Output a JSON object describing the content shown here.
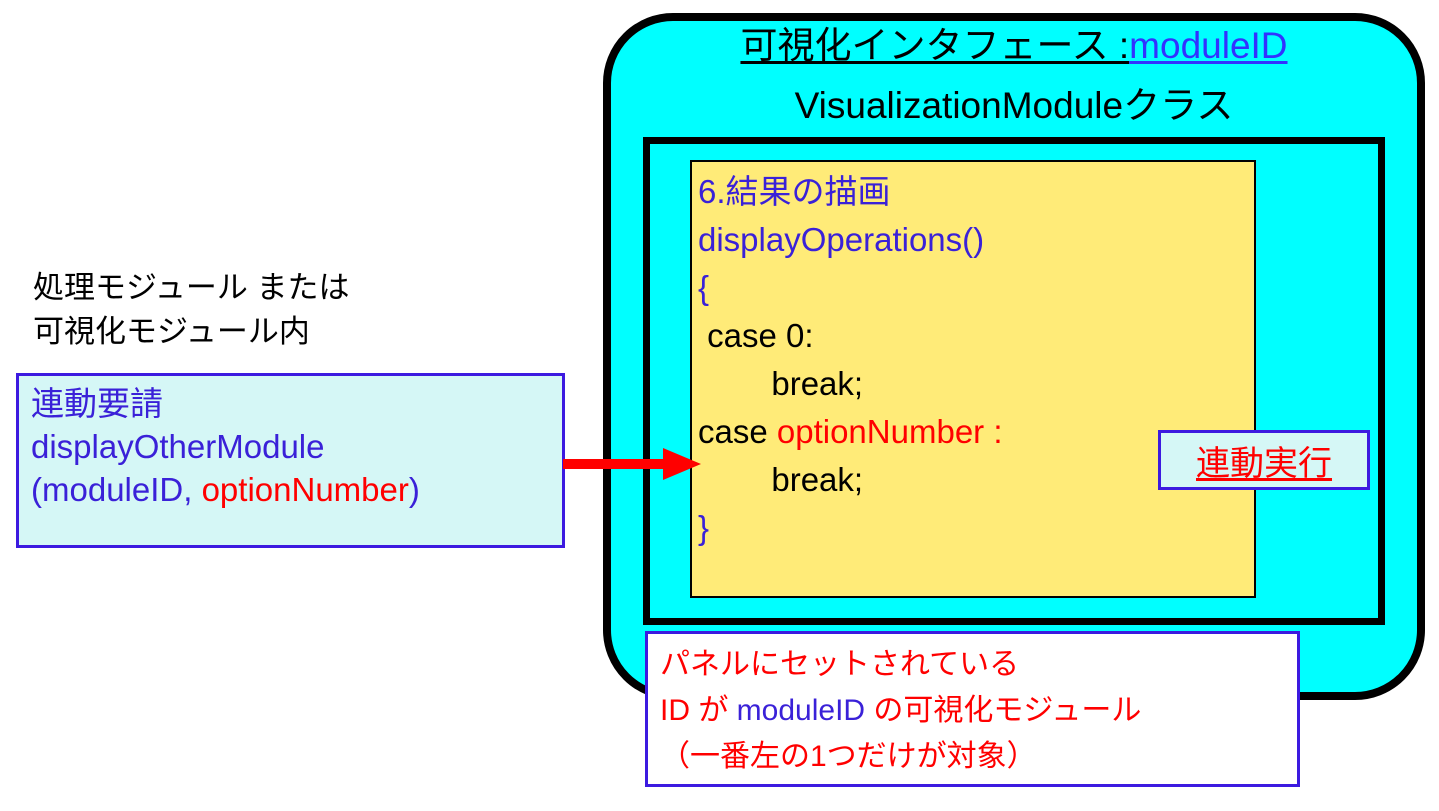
{
  "diagram": {
    "module_panel": {
      "title_main": "可視化インタフェース :",
      "title_id": "moduleID",
      "subtitle": "VisualizationModuleクラス",
      "panel_color": "#00ffff",
      "border_color": "#000000"
    },
    "code_block": {
      "background": "#ffeb78",
      "lines": [
        {
          "text": "6.結果の描画",
          "color": "blue"
        },
        {
          "text": "displayOperations()",
          "color": "blue"
        },
        {
          "text": "{",
          "color": "blue"
        },
        {
          "text": " case 0:",
          "color": "black"
        },
        {
          "text": "        break;",
          "color": "black"
        },
        {
          "text": "case ",
          "suffix": "optionNumber",
          "tail": " :",
          "color": "black"
        },
        {
          "text": "        break;",
          "color": "black"
        },
        {
          "text": "}",
          "color": "blue"
        }
      ]
    },
    "linked_exec_badge": {
      "label": "連動実行",
      "text_color": "#ff0000",
      "background": "#d5f7f6",
      "border_color": "#3c1ae0"
    },
    "caller_label": {
      "line1": "処理モジュール または",
      "line2": "可視化モジュール内"
    },
    "call_box": {
      "heading": "連動要請",
      "method": "displayOtherModule",
      "args_open": "(",
      "arg1": "moduleID",
      "arg_sep": ", ",
      "arg2": "optionNumber",
      "args_close": ")",
      "background": "#d5f7f6",
      "border_color": "#3c1ae0"
    },
    "note_box": {
      "line1": "パネルにセットされている",
      "line2_a": "ID が ",
      "line2_b": "moduleID",
      "line2_c": " の可視化モジュール",
      "line3": "（一番左の1つだけが対象）",
      "text_color": "#ff0000",
      "border_color": "#3c1ae0"
    },
    "arrow": {
      "name": "call-arrow",
      "color": "#ff0000"
    }
  }
}
